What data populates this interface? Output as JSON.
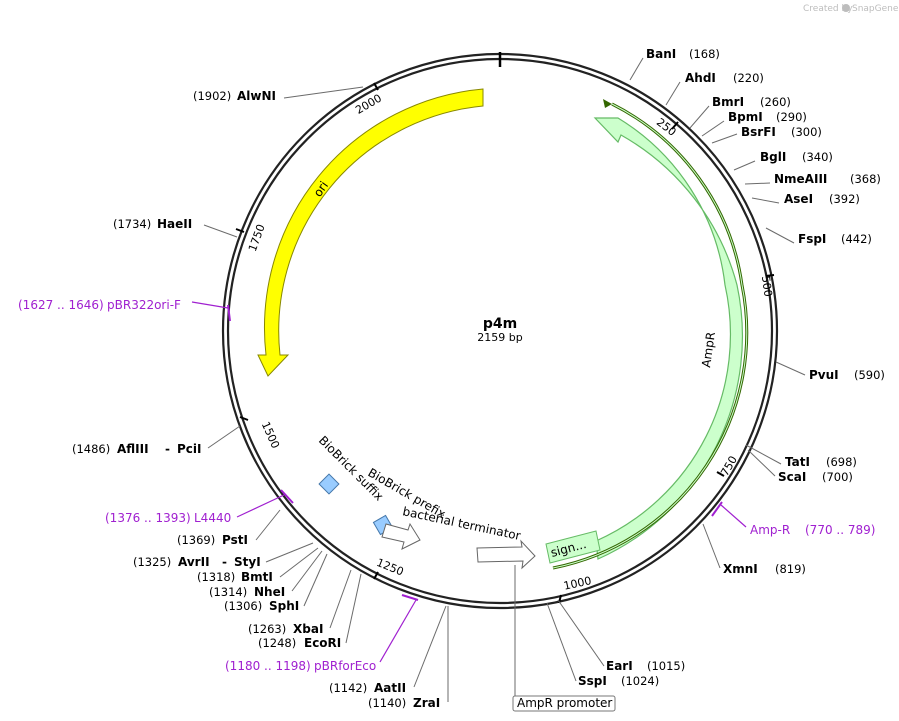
{
  "credit": {
    "prefix": "Created by",
    "brand": "SnapGene"
  },
  "plasmid": {
    "name": "p4m",
    "length": "2159 bp"
  },
  "ticks": [
    "250",
    "500",
    "750",
    "1000",
    "1250",
    "1500",
    "1750",
    "2000"
  ],
  "features": {
    "ori": "ori",
    "ampr": "AmpR",
    "sig": "sign...",
    "biobrick_suffix": "BioBrick suffix",
    "biobrick_prefix": "BioBrick prefix",
    "terminator": "bacterial terminator",
    "ampr_promoter": "AmpR promoter"
  },
  "sites_right": [
    {
      "name": "BanI",
      "pos": "(168)"
    },
    {
      "name": "AhdI",
      "pos": "(220)"
    },
    {
      "name": "BmrI",
      "pos": "(260)"
    },
    {
      "name": "BpmI",
      "pos": "(290)"
    },
    {
      "name": "BsrFI",
      "pos": "(300)"
    },
    {
      "name": "BglI",
      "pos": "(340)"
    },
    {
      "name": "NmeAIII",
      "pos": "(368)"
    },
    {
      "name": "AseI",
      "pos": "(392)"
    },
    {
      "name": "FspI",
      "pos": "(442)"
    },
    {
      "name": "PvuI",
      "pos": "(590)"
    },
    {
      "name": "TatI",
      "pos": "(698)"
    },
    {
      "name": "ScaI",
      "pos": "(700)"
    },
    {
      "name": "XmnI",
      "pos": "(819)"
    },
    {
      "name": "EarI",
      "pos": "(1015)"
    },
    {
      "name": "SspI",
      "pos": "(1024)"
    }
  ],
  "sites_left": [
    {
      "name": "AlwNI",
      "pos": "(1902)"
    },
    {
      "name": "HaeII",
      "pos": "(1734)"
    },
    {
      "name": "AflIII",
      "pos": "(1486)",
      "name2": "PciI"
    },
    {
      "name": "PstI",
      "pos": "(1369)"
    },
    {
      "name": "AvrII",
      "pos": "(1325)",
      "name2": "StyI"
    },
    {
      "name": "BmtI",
      "pos": "(1318)"
    },
    {
      "name": "NheI",
      "pos": "(1314)"
    },
    {
      "name": "SphI",
      "pos": "(1306)"
    },
    {
      "name": "XbaI",
      "pos": "(1263)"
    },
    {
      "name": "EcoRI",
      "pos": "(1248)"
    },
    {
      "name": "AatII",
      "pos": "(1142)"
    },
    {
      "name": "ZraI",
      "pos": "(1140)"
    }
  ],
  "primers": [
    {
      "range": "(1627 .. 1646)",
      "name": "pBR322ori-F"
    },
    {
      "range": "(1376 .. 1393)",
      "name": "L4440"
    },
    {
      "range": "(770 .. 789)",
      "name": "Amp-R"
    },
    {
      "range": "(1180 .. 1198)",
      "name": "pBRforEco"
    }
  ],
  "colors": {
    "ori": "#ffff00",
    "ampr_fill": "#ccffcc",
    "ampr_stroke": "#66bb66",
    "signal_line": "#336600",
    "biobrick": "#99ccff",
    "primer": "#a020d0"
  }
}
